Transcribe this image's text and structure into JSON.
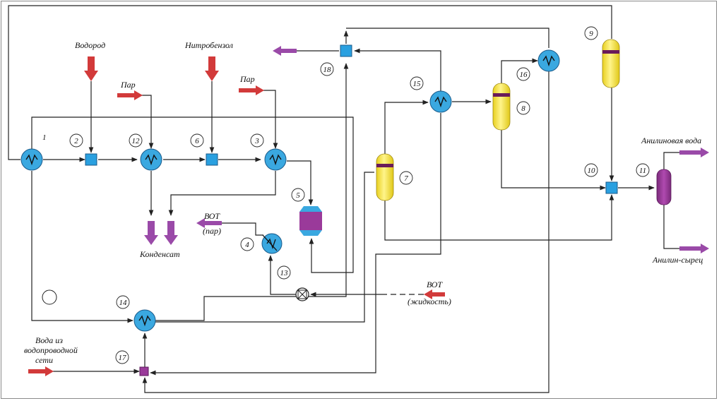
{
  "labels": {
    "hydrogen": "Водород",
    "nitrobenzene": "Нитробензол",
    "steam1": "Пар",
    "steam2": "Пар",
    "condensate": "Конденсат",
    "bot_steam_1": "ВОТ",
    "bot_steam_2": "(пар)",
    "bot_liquid_1": "ВОТ",
    "bot_liquid_2": "(жидкость)",
    "water_1": "Вода из",
    "water_2": "водопроводной",
    "water_3": "сети",
    "aniline_water": "Анилиновая вода",
    "aniline_raw": "Анилин-сырец"
  },
  "numbers": {
    "n1": "1",
    "n2": "2",
    "n3": "3",
    "n4": "4",
    "n5": "5",
    "n6": "6",
    "n7": "7",
    "n8": "8",
    "n9": "9",
    "n10": "10",
    "n11": "11",
    "n12": "12",
    "n13": "13",
    "n14": "14",
    "n15": "15",
    "n16": "16",
    "n17": "17",
    "n18": "18"
  },
  "colors": {
    "heat_exchanger": "#3aa8e0",
    "mixer": "#2aa0e0",
    "column_body": "#f5e43a",
    "column_band": "#6a1a5a",
    "reactor_body": "#9a3a9a",
    "separator": "#8a3a9a",
    "input_arrow": "#d23a3a",
    "output_arrow": "#9a4aa8"
  }
}
